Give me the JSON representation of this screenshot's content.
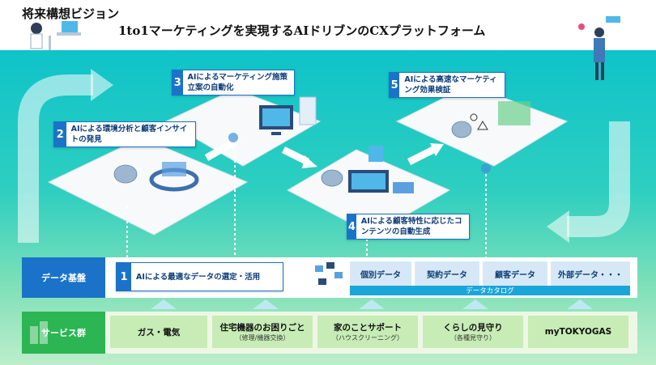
{
  "header": {
    "section_title": "将来構想ビジョン",
    "main_title": "1to1マーケティングを実現するAIドリブンのCXプラットフォーム"
  },
  "steps": [
    {
      "num": "2",
      "text": "AIによる環境分析と顧客インサイトの発見"
    },
    {
      "num": "3",
      "text": "AIによるマーケティング施策立案の自動化"
    },
    {
      "num": "4",
      "text": "AIによる顧客特性に応じたコンテンツの自動生成"
    },
    {
      "num": "5",
      "text": "AIによる高速なマーケティング効果検証"
    }
  ],
  "data_platform": {
    "label": "データ基盤",
    "step1_num": "1",
    "step1_text": "AIによる最適なデータの選定・活用",
    "categories": [
      "個別データ",
      "契約データ",
      "顧客データ",
      "外部データ・・・"
    ],
    "catalog_label": "データカタログ"
  },
  "services": {
    "label": "サービス群",
    "items": [
      {
        "main": "ガス・電気",
        "sub": ""
      },
      {
        "main": "住宅機器のお困りごと",
        "sub": "（修理/機器交換）"
      },
      {
        "main": "家のことサポート",
        "sub": "（ハウスクリーニング）"
      },
      {
        "main": "くらしの見守り",
        "sub": "（各種見守り）"
      },
      {
        "main": "myTOKYOGAS",
        "sub": ""
      }
    ]
  },
  "icons": [
    "person-at-desk-icon",
    "person-with-phone-icon",
    "ai-brain-icon",
    "monitor-icon",
    "server-icon",
    "building-icon"
  ],
  "colors": {
    "band_top": "#0fc3c9",
    "step_blue": "#1a73c9",
    "service_green": "#2bb553"
  }
}
